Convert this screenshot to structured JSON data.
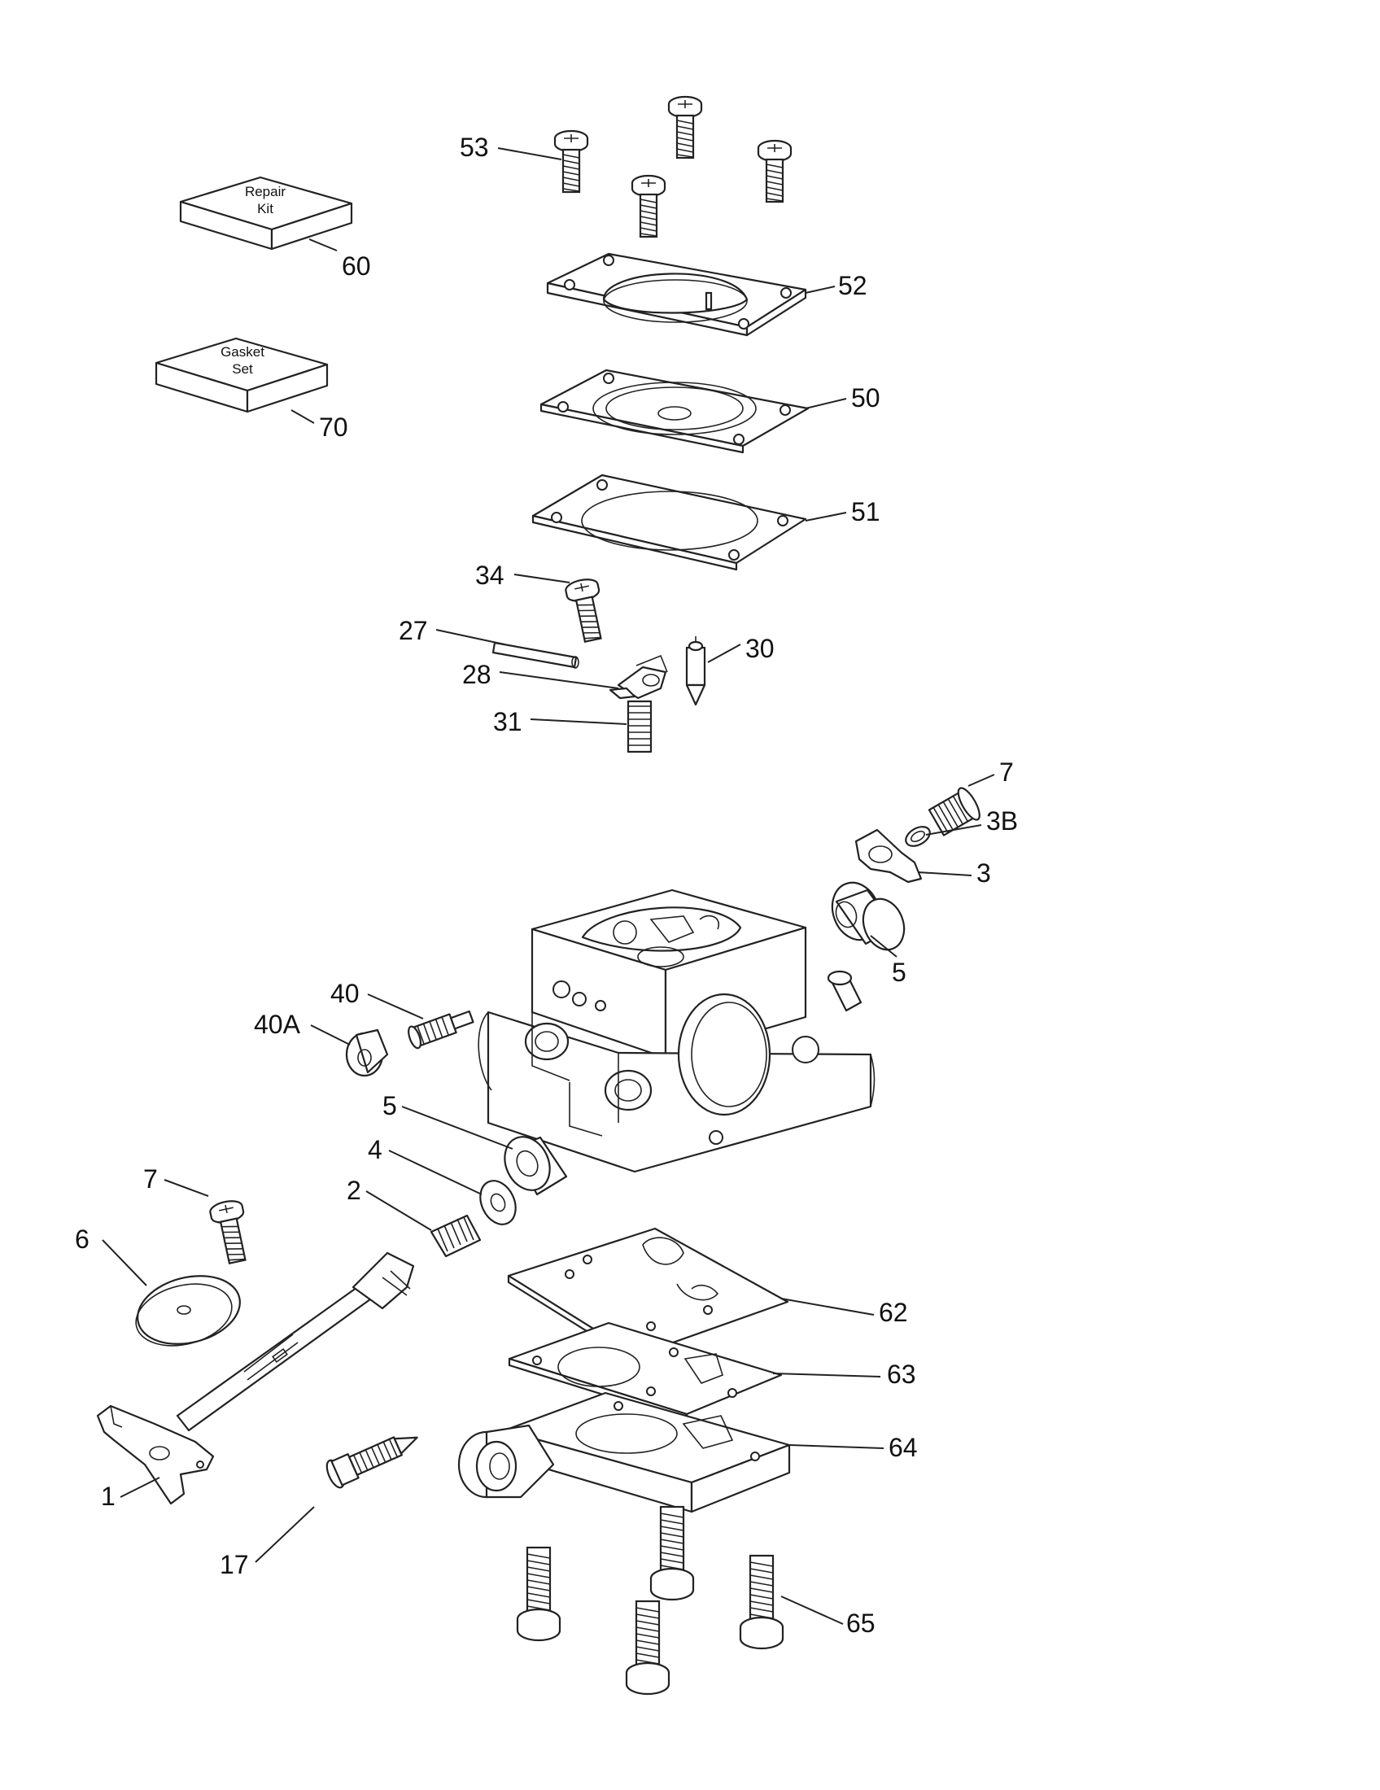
{
  "kits": {
    "repair": {
      "line1": "Repair",
      "line2": "Kit"
    },
    "gasket": {
      "line1": "Gasket",
      "line2": "Set"
    }
  },
  "labels": [
    {
      "id": "53",
      "text": "53"
    },
    {
      "id": "60",
      "text": "60"
    },
    {
      "id": "52",
      "text": "52"
    },
    {
      "id": "70",
      "text": "70"
    },
    {
      "id": "50",
      "text": "50"
    },
    {
      "id": "51",
      "text": "51"
    },
    {
      "id": "34",
      "text": "34"
    },
    {
      "id": "27",
      "text": "27"
    },
    {
      "id": "30",
      "text": "30"
    },
    {
      "id": "28",
      "text": "28"
    },
    {
      "id": "31",
      "text": "31"
    },
    {
      "id": "7a",
      "text": "7"
    },
    {
      "id": "3B",
      "text": "3B"
    },
    {
      "id": "3",
      "text": "3"
    },
    {
      "id": "5a",
      "text": "5"
    },
    {
      "id": "40",
      "text": "40"
    },
    {
      "id": "40A",
      "text": "40A"
    },
    {
      "id": "5b",
      "text": "5"
    },
    {
      "id": "4",
      "text": "4"
    },
    {
      "id": "7b",
      "text": "7"
    },
    {
      "id": "2",
      "text": "2"
    },
    {
      "id": "6",
      "text": "6"
    },
    {
      "id": "62",
      "text": "62"
    },
    {
      "id": "63",
      "text": "63"
    },
    {
      "id": "64",
      "text": "64"
    },
    {
      "id": "1",
      "text": "1"
    },
    {
      "id": "17",
      "text": "17"
    },
    {
      "id": "65",
      "text": "65"
    }
  ]
}
